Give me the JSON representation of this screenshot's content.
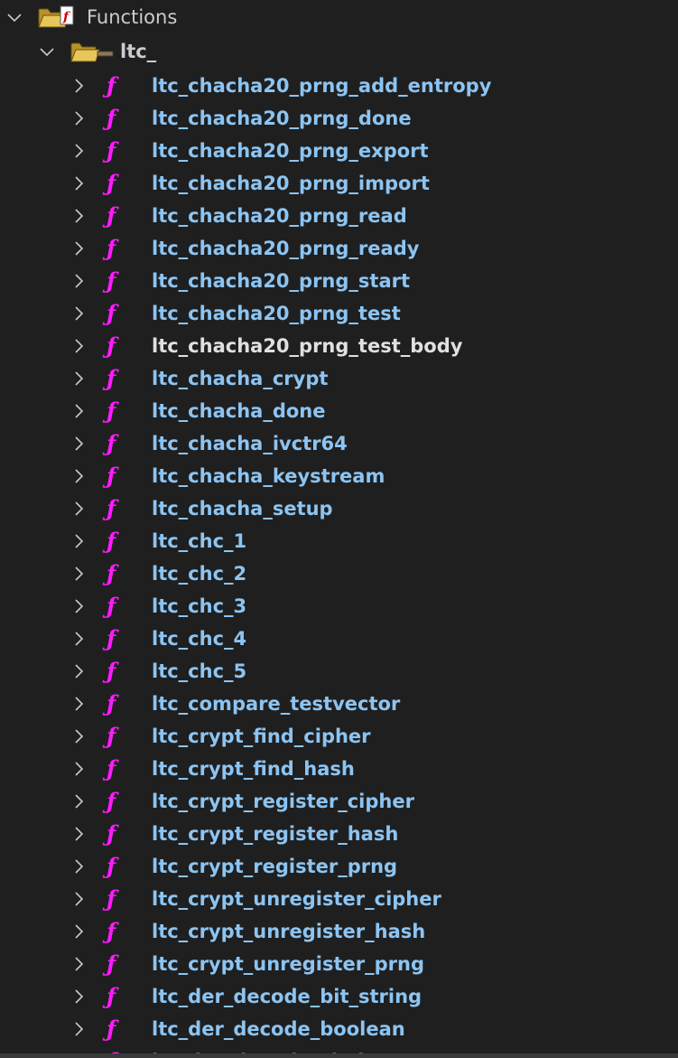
{
  "tree": {
    "root": {
      "label": "Functions",
      "icon": "folder-functions-icon",
      "expanded": true
    },
    "group": {
      "label": "ltc_",
      "icon": "folder-open-icon",
      "expanded": true
    },
    "items": [
      {
        "label": "ltc_chacha20_prng_add_entropy",
        "style": "link"
      },
      {
        "label": "ltc_chacha20_prng_done",
        "style": "link"
      },
      {
        "label": "ltc_chacha20_prng_export",
        "style": "link"
      },
      {
        "label": "ltc_chacha20_prng_import",
        "style": "link"
      },
      {
        "label": "ltc_chacha20_prng_read",
        "style": "link"
      },
      {
        "label": "ltc_chacha20_prng_ready",
        "style": "link"
      },
      {
        "label": "ltc_chacha20_prng_start",
        "style": "link"
      },
      {
        "label": "ltc_chacha20_prng_test",
        "style": "link"
      },
      {
        "label": "ltc_chacha20_prng_test_body",
        "style": "plain"
      },
      {
        "label": "ltc_chacha_crypt",
        "style": "link"
      },
      {
        "label": "ltc_chacha_done",
        "style": "link"
      },
      {
        "label": "ltc_chacha_ivctr64",
        "style": "link"
      },
      {
        "label": "ltc_chacha_keystream",
        "style": "link"
      },
      {
        "label": "ltc_chacha_setup",
        "style": "link"
      },
      {
        "label": "ltc_chc_1",
        "style": "link"
      },
      {
        "label": "ltc_chc_2",
        "style": "link"
      },
      {
        "label": "ltc_chc_3",
        "style": "link"
      },
      {
        "label": "ltc_chc_4",
        "style": "link"
      },
      {
        "label": "ltc_chc_5",
        "style": "link"
      },
      {
        "label": "ltc_compare_testvector",
        "style": "link"
      },
      {
        "label": "ltc_crypt_find_cipher",
        "style": "link"
      },
      {
        "label": "ltc_crypt_find_hash",
        "style": "link"
      },
      {
        "label": "ltc_crypt_register_cipher",
        "style": "link"
      },
      {
        "label": "ltc_crypt_register_hash",
        "style": "link"
      },
      {
        "label": "ltc_crypt_register_prng",
        "style": "link"
      },
      {
        "label": "ltc_crypt_unregister_cipher",
        "style": "link"
      },
      {
        "label": "ltc_crypt_unregister_hash",
        "style": "link"
      },
      {
        "label": "ltc_crypt_unregister_prng",
        "style": "link"
      },
      {
        "label": "ltc_der_decode_bit_string",
        "style": "link"
      },
      {
        "label": "ltc_der_decode_boolean",
        "style": "link"
      },
      {
        "label": "ltc_der_decode_choice",
        "style": "link"
      }
    ],
    "item_icon": "function-icon",
    "chevron_icon": "chevron-right-icon"
  },
  "colors": {
    "background": "#1f1f1f",
    "link_text": "#8cc4f2",
    "plain_text": "#e0e0e0",
    "function_icon": "#ff1aff",
    "chevron": "#c8c8c8",
    "folder": "#d9b54a"
  }
}
